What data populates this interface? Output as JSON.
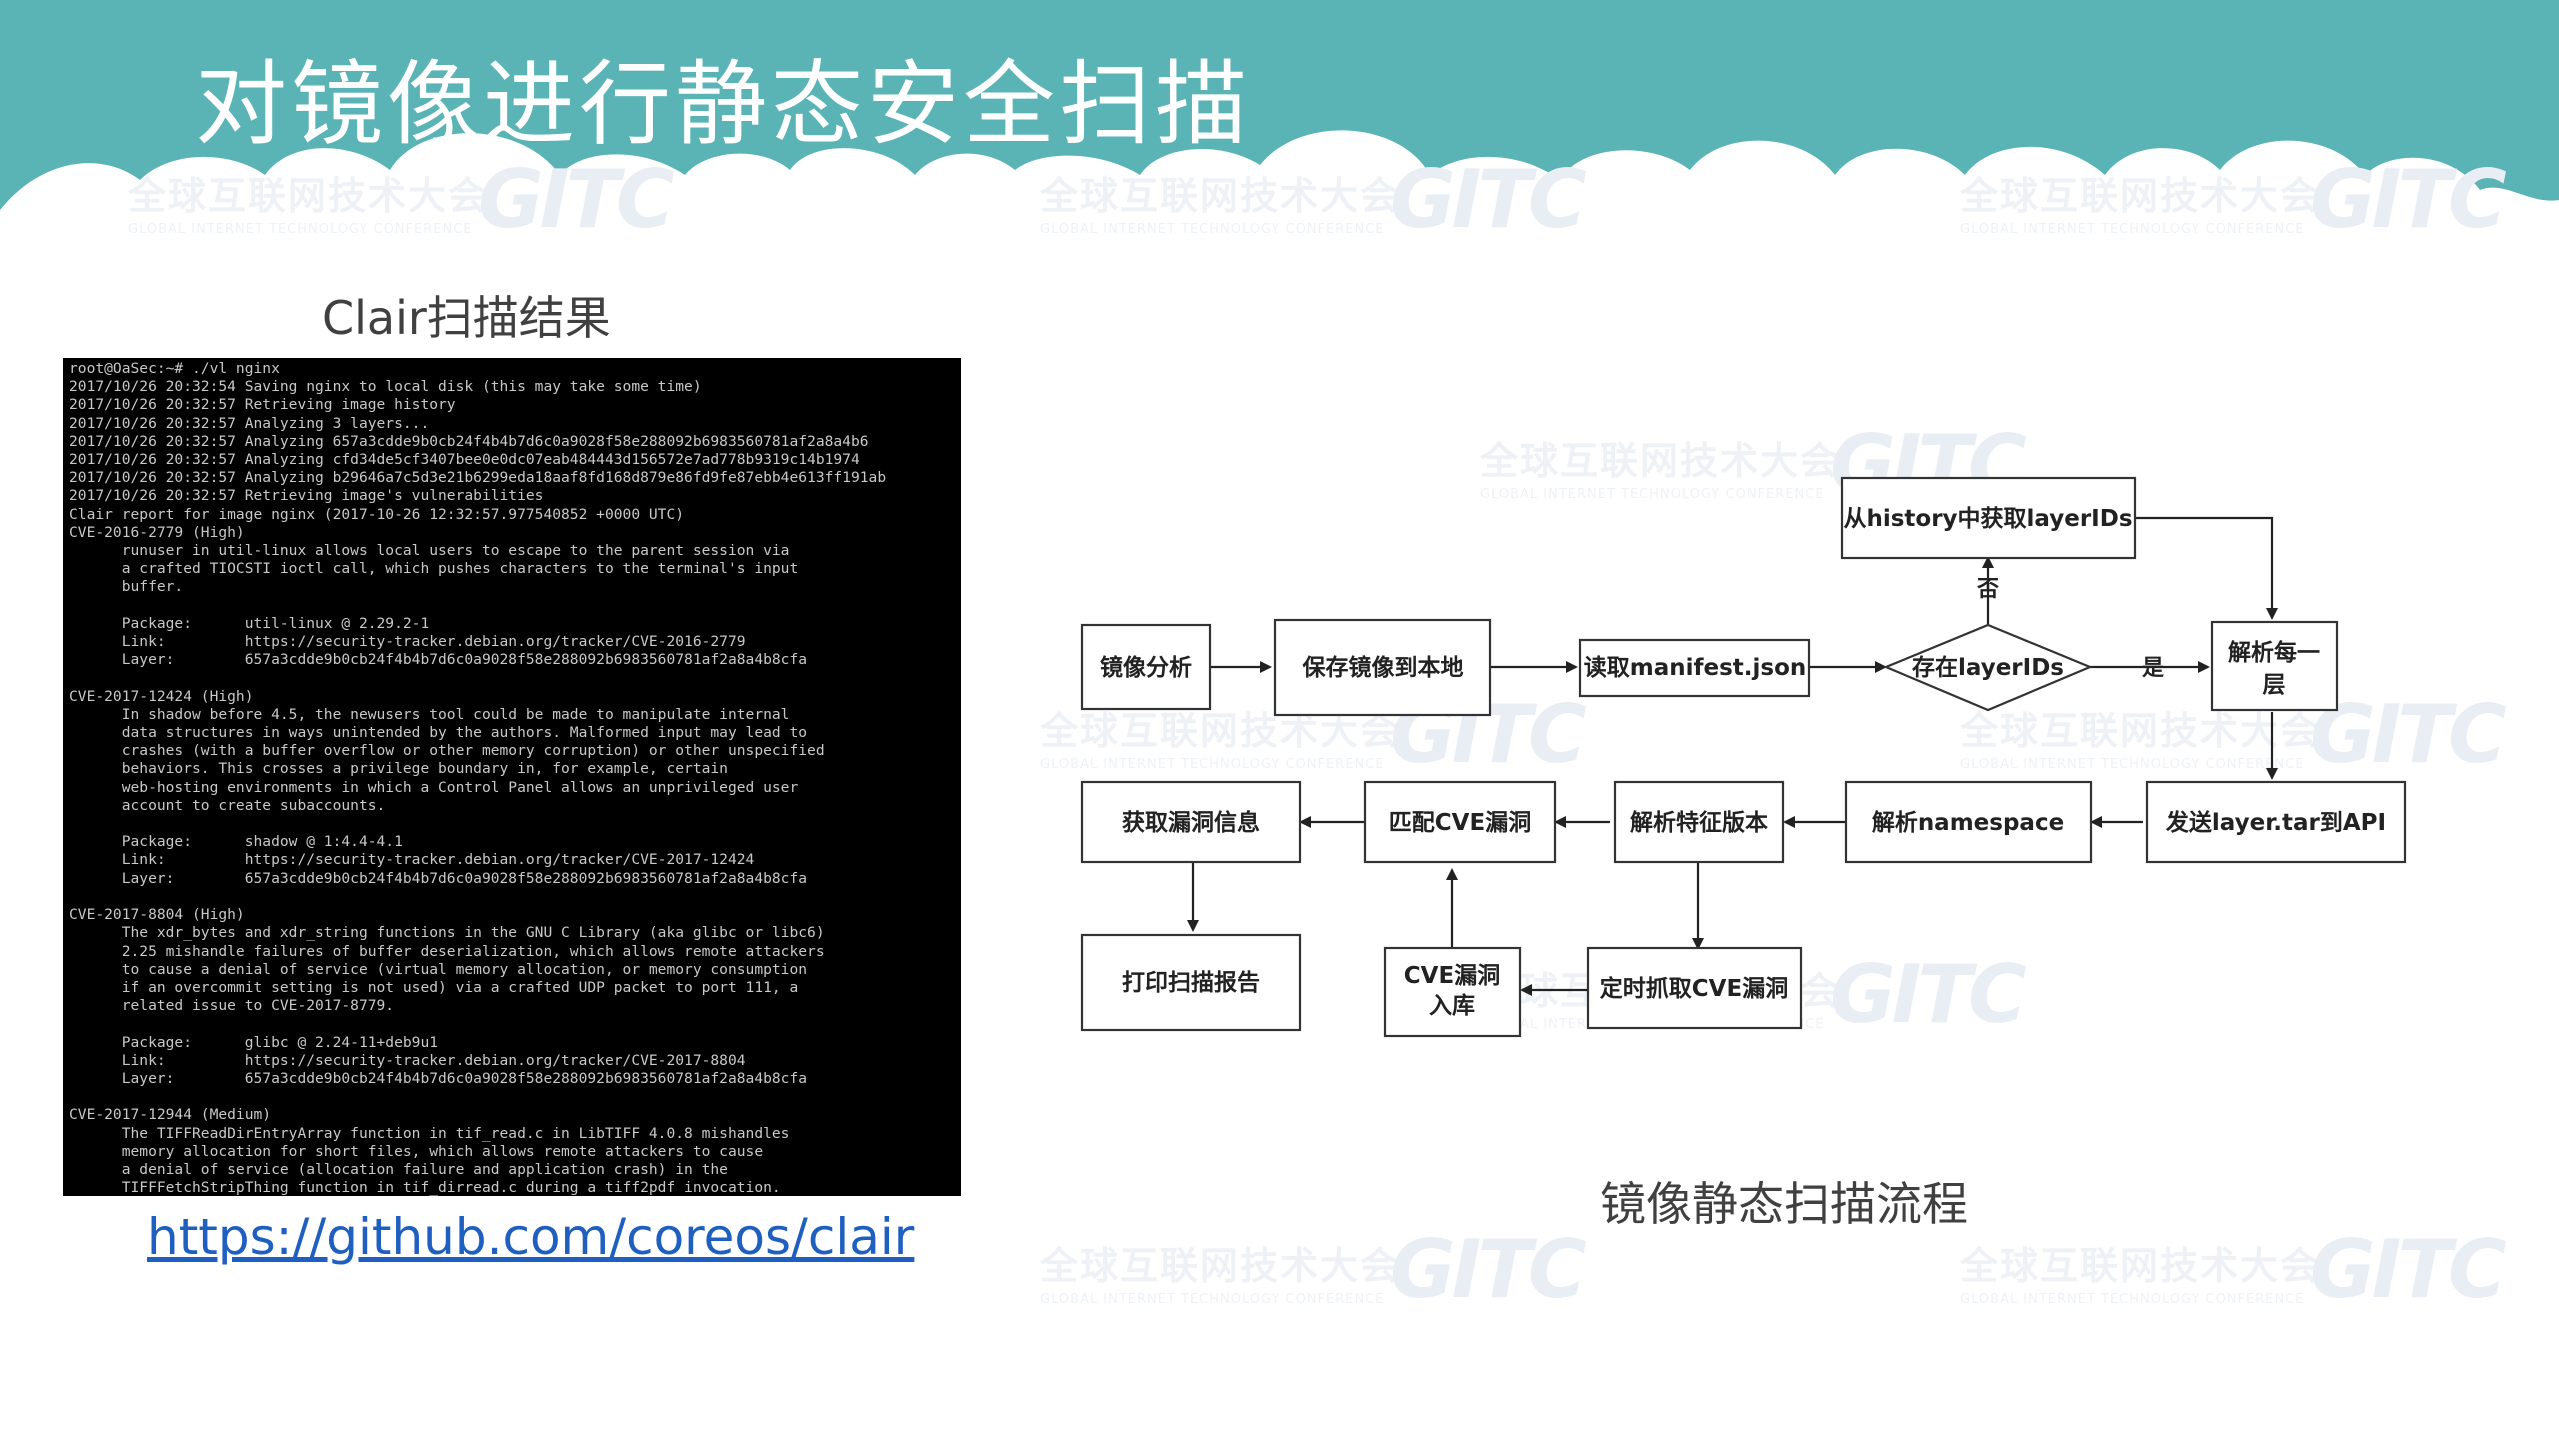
{
  "slide": {
    "title": "对镜像进行静态安全扫描",
    "header_color": "#5ab3b5"
  },
  "watermark": {
    "text_cn": "全球互联网技术大会",
    "text_en": "GLOBAL INTERNET TECHNOLOGY CONFERENCE",
    "logo": "GITC"
  },
  "left": {
    "label": "Clair扫描结果",
    "link": "https://github.com/coreos/clair",
    "terminal_lines": [
      "root@OaSec:~# ./vl nginx",
      "2017/10/26 20:32:54 Saving nginx to local disk (this may take some time)",
      "2017/10/26 20:32:57 Retrieving image history",
      "2017/10/26 20:32:57 Analyzing 3 layers...",
      "2017/10/26 20:32:57 Analyzing 657a3cdde9b0cb24f4b4b7d6c0a9028f58e288092b6983560781af2a8a4b6",
      "2017/10/26 20:32:57 Analyzing cfd34de5cf3407bee0e0dc07eab484443d156572e7ad778b9319c14b1974",
      "2017/10/26 20:32:57 Analyzing b29646a7c5d3e21b6299eda18aaf8fd168d879e86fd9fe87ebb4e613ff191ab",
      "2017/10/26 20:32:57 Retrieving image's vulnerabilities",
      "Clair report for image nginx (2017-10-26 12:32:57.977540852 +0000 UTC)",
      "CVE-2016-2779 (High)",
      "      runuser in util-linux allows local users to escape to the parent session via",
      "      a crafted TIOCSTI ioctl call, which pushes characters to the terminal's input",
      "      buffer.",
      "",
      "      Package:      util-linux @ 2.29.2-1",
      "      Link:         https://security-tracker.debian.org/tracker/CVE-2016-2779",
      "      Layer:        657a3cdde9b0cb24f4b4b7d6c0a9028f58e288092b6983560781af2a8a4b8cfa",
      "",
      "CVE-2017-12424 (High)",
      "      In shadow before 4.5, the newusers tool could be made to manipulate internal",
      "      data structures in ways unintended by the authors. Malformed input may lead to",
      "      crashes (with a buffer overflow or other memory corruption) or other unspecified",
      "      behaviors. This crosses a privilege boundary in, for example, certain",
      "      web-hosting environments in which a Control Panel allows an unprivileged user",
      "      account to create subaccounts.",
      "",
      "      Package:      shadow @ 1:4.4-4.1",
      "      Link:         https://security-tracker.debian.org/tracker/CVE-2017-12424",
      "      Layer:        657a3cdde9b0cb24f4b4b7d6c0a9028f58e288092b6983560781af2a8a4b8cfa",
      "",
      "CVE-2017-8804 (High)",
      "      The xdr_bytes and xdr_string functions in the GNU C Library (aka glibc or libc6)",
      "      2.25 mishandle failures of buffer deserialization, which allows remote attackers",
      "      to cause a denial of service (virtual memory allocation, or memory consumption",
      "      if an overcommit setting is not used) via a crafted UDP packet to port 111, a",
      "      related issue to CVE-2017-8779.",
      "",
      "      Package:      glibc @ 2.24-11+deb9u1",
      "      Link:         https://security-tracker.debian.org/tracker/CVE-2017-8804",
      "      Layer:        657a3cdde9b0cb24f4b4b7d6c0a9028f58e288092b6983560781af2a8a4b8cfa",
      "",
      "CVE-2017-12944 (Medium)",
      "      The TIFFReadDirEntryArray function in tif_read.c in LibTIFF 4.0.8 mishandles",
      "      memory allocation for short files, which allows remote attackers to cause",
      "      a denial of service (allocation failure and application crash) in the",
      "      TIFFFetchStripThing function in tif_dirread.c during a tiff2pdf invocation."
    ]
  },
  "flow": {
    "caption": "镜像静态扫描流程",
    "nodes": {
      "image_analysis": "镜像分析",
      "save_image_local": "保存镜像到本地",
      "read_manifest": "读取manifest.json",
      "has_layer_ids": "存在layerIDs",
      "get_layer_ids_from_history": "从history中获取layerIDs",
      "parse_each_layer_1": "解析每一",
      "parse_each_layer_2": "层",
      "send_layer_tar": "发送layer.tar到API",
      "parse_namespace": "解析namespace",
      "parse_feature_version": "解析特征版本",
      "match_cve": "匹配CVE漏洞",
      "get_vuln_info": "获取漏洞信息",
      "print_report": "打印扫描报告",
      "cve_store_1": "CVE漏洞",
      "cve_store_2": "入库",
      "fetch_cve": "定时抓取CVE漏洞"
    },
    "labels": {
      "no": "否",
      "yes": "是"
    }
  }
}
